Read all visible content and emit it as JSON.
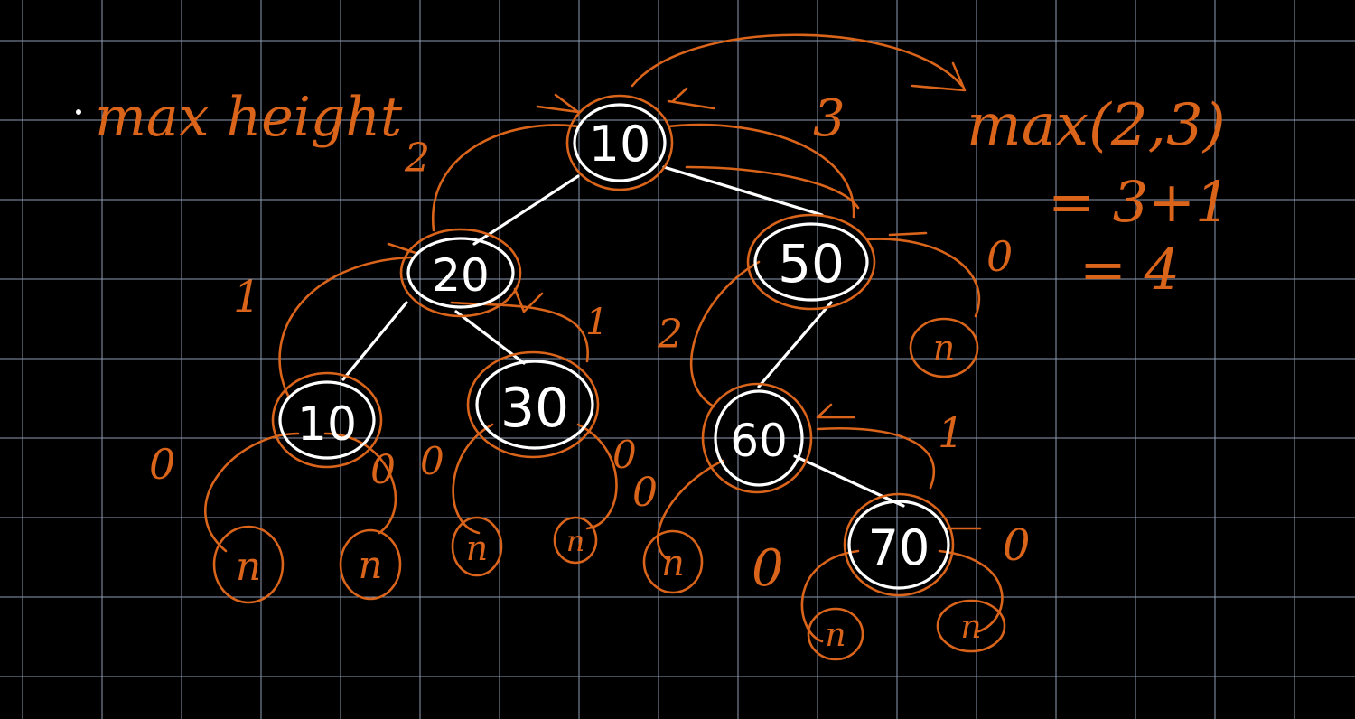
{
  "colors": {
    "background": "#000000",
    "grid": "#8e9bb3",
    "tree_ink": "#ffffff",
    "annotation_ink": "#d9641a"
  },
  "title": "max height",
  "formula": {
    "line1": "max(2,3)",
    "line2": "= 3+1",
    "line3": "= 4"
  },
  "nodes": {
    "root": "10",
    "left": "20",
    "right": "50",
    "left_left": "10",
    "left_right": "30",
    "right_left": "60",
    "right_left_right": "70"
  },
  "null_label": "n",
  "heights": {
    "root_left": "2",
    "root_right": "3",
    "n20_left": "1",
    "n20_right": "1",
    "n50_left": "2",
    "n50_right": "0",
    "n60_left": "0",
    "n60_right": "1",
    "n10_left": "0",
    "n10_right": "0",
    "n30_left": "0",
    "n30_right": "0",
    "n70_left": "0",
    "n70_right": "0"
  }
}
